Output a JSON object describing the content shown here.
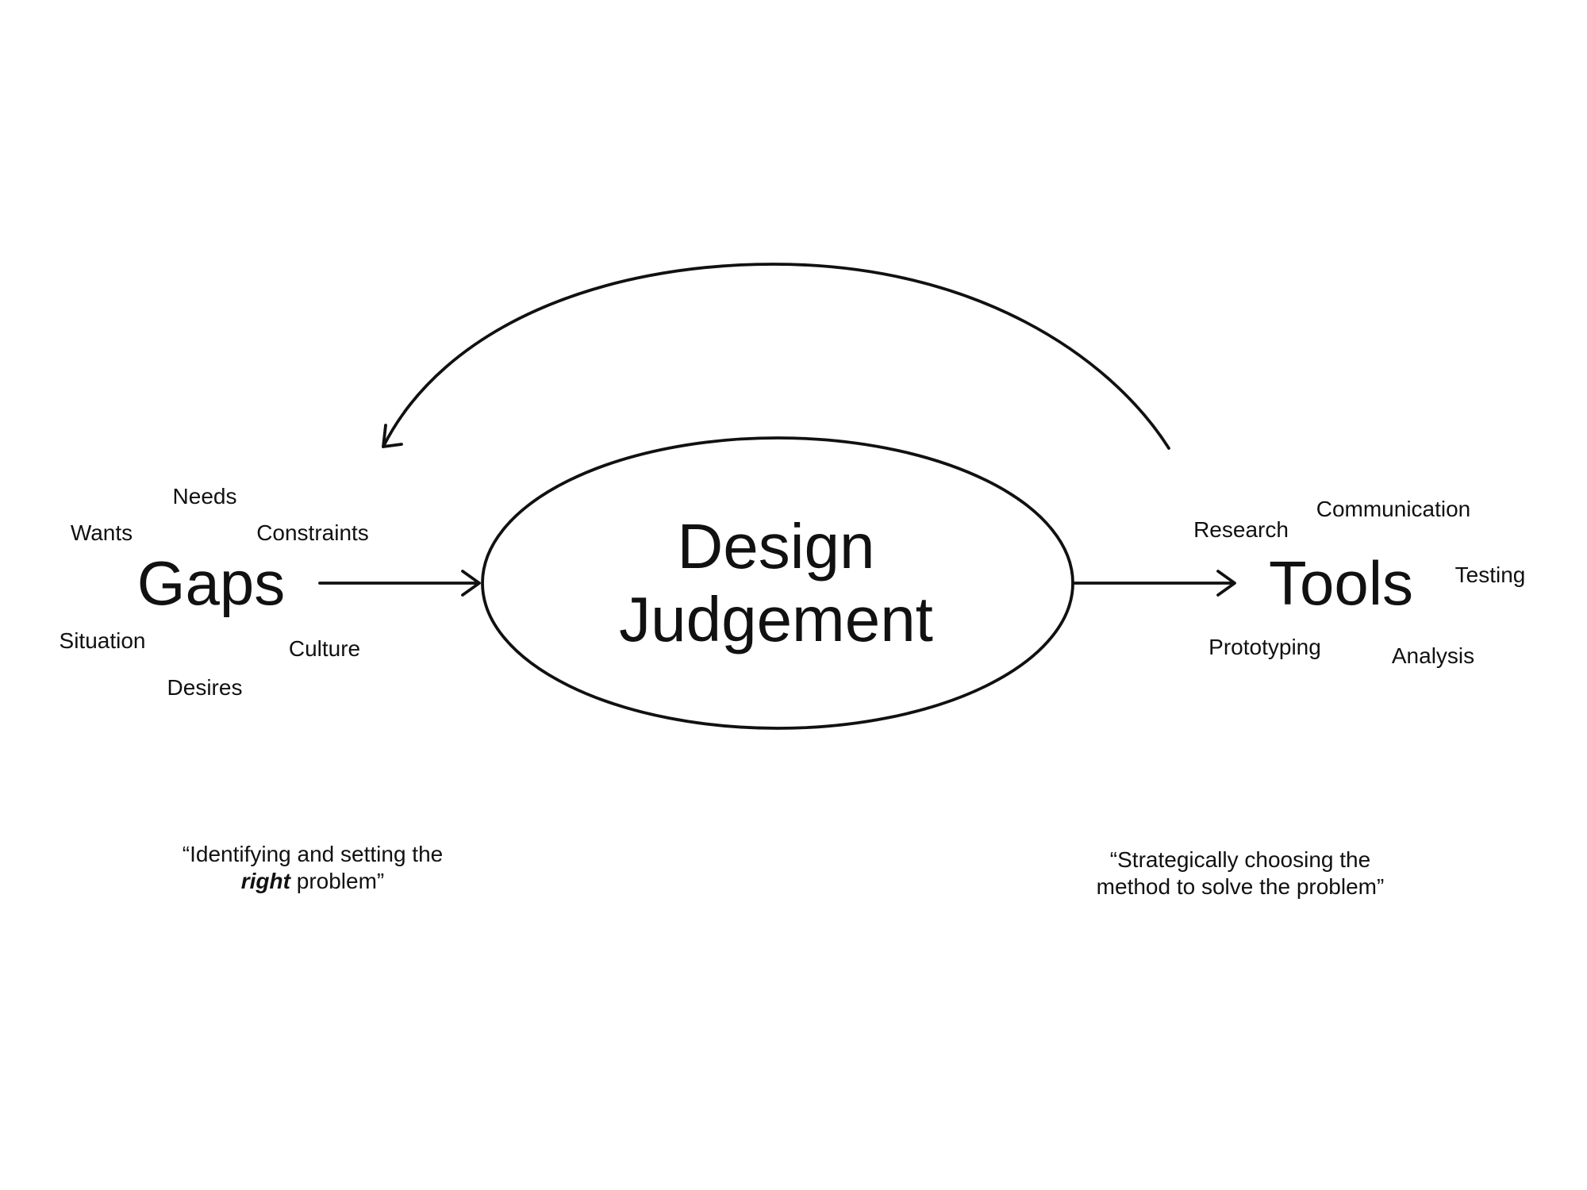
{
  "center": {
    "line1": "Design",
    "line2": "Judgement"
  },
  "gaps": {
    "title": "Gaps",
    "words": {
      "needs": "Needs",
      "wants": "Wants",
      "constraints": "Constraints",
      "situation": "Situation",
      "culture": "Culture",
      "desires": "Desires"
    },
    "quote": {
      "line1": "“Identifying and setting the",
      "emphasis": "right",
      "line2_rest": " problem”"
    }
  },
  "tools": {
    "title": "Tools",
    "words": {
      "research": "Research",
      "communication": "Communication",
      "testing": "Testing",
      "prototyping": "Prototyping",
      "analysis": "Analysis"
    },
    "quote": {
      "line1": "“Strategically choosing the",
      "line2": "method to solve the problem”"
    }
  }
}
